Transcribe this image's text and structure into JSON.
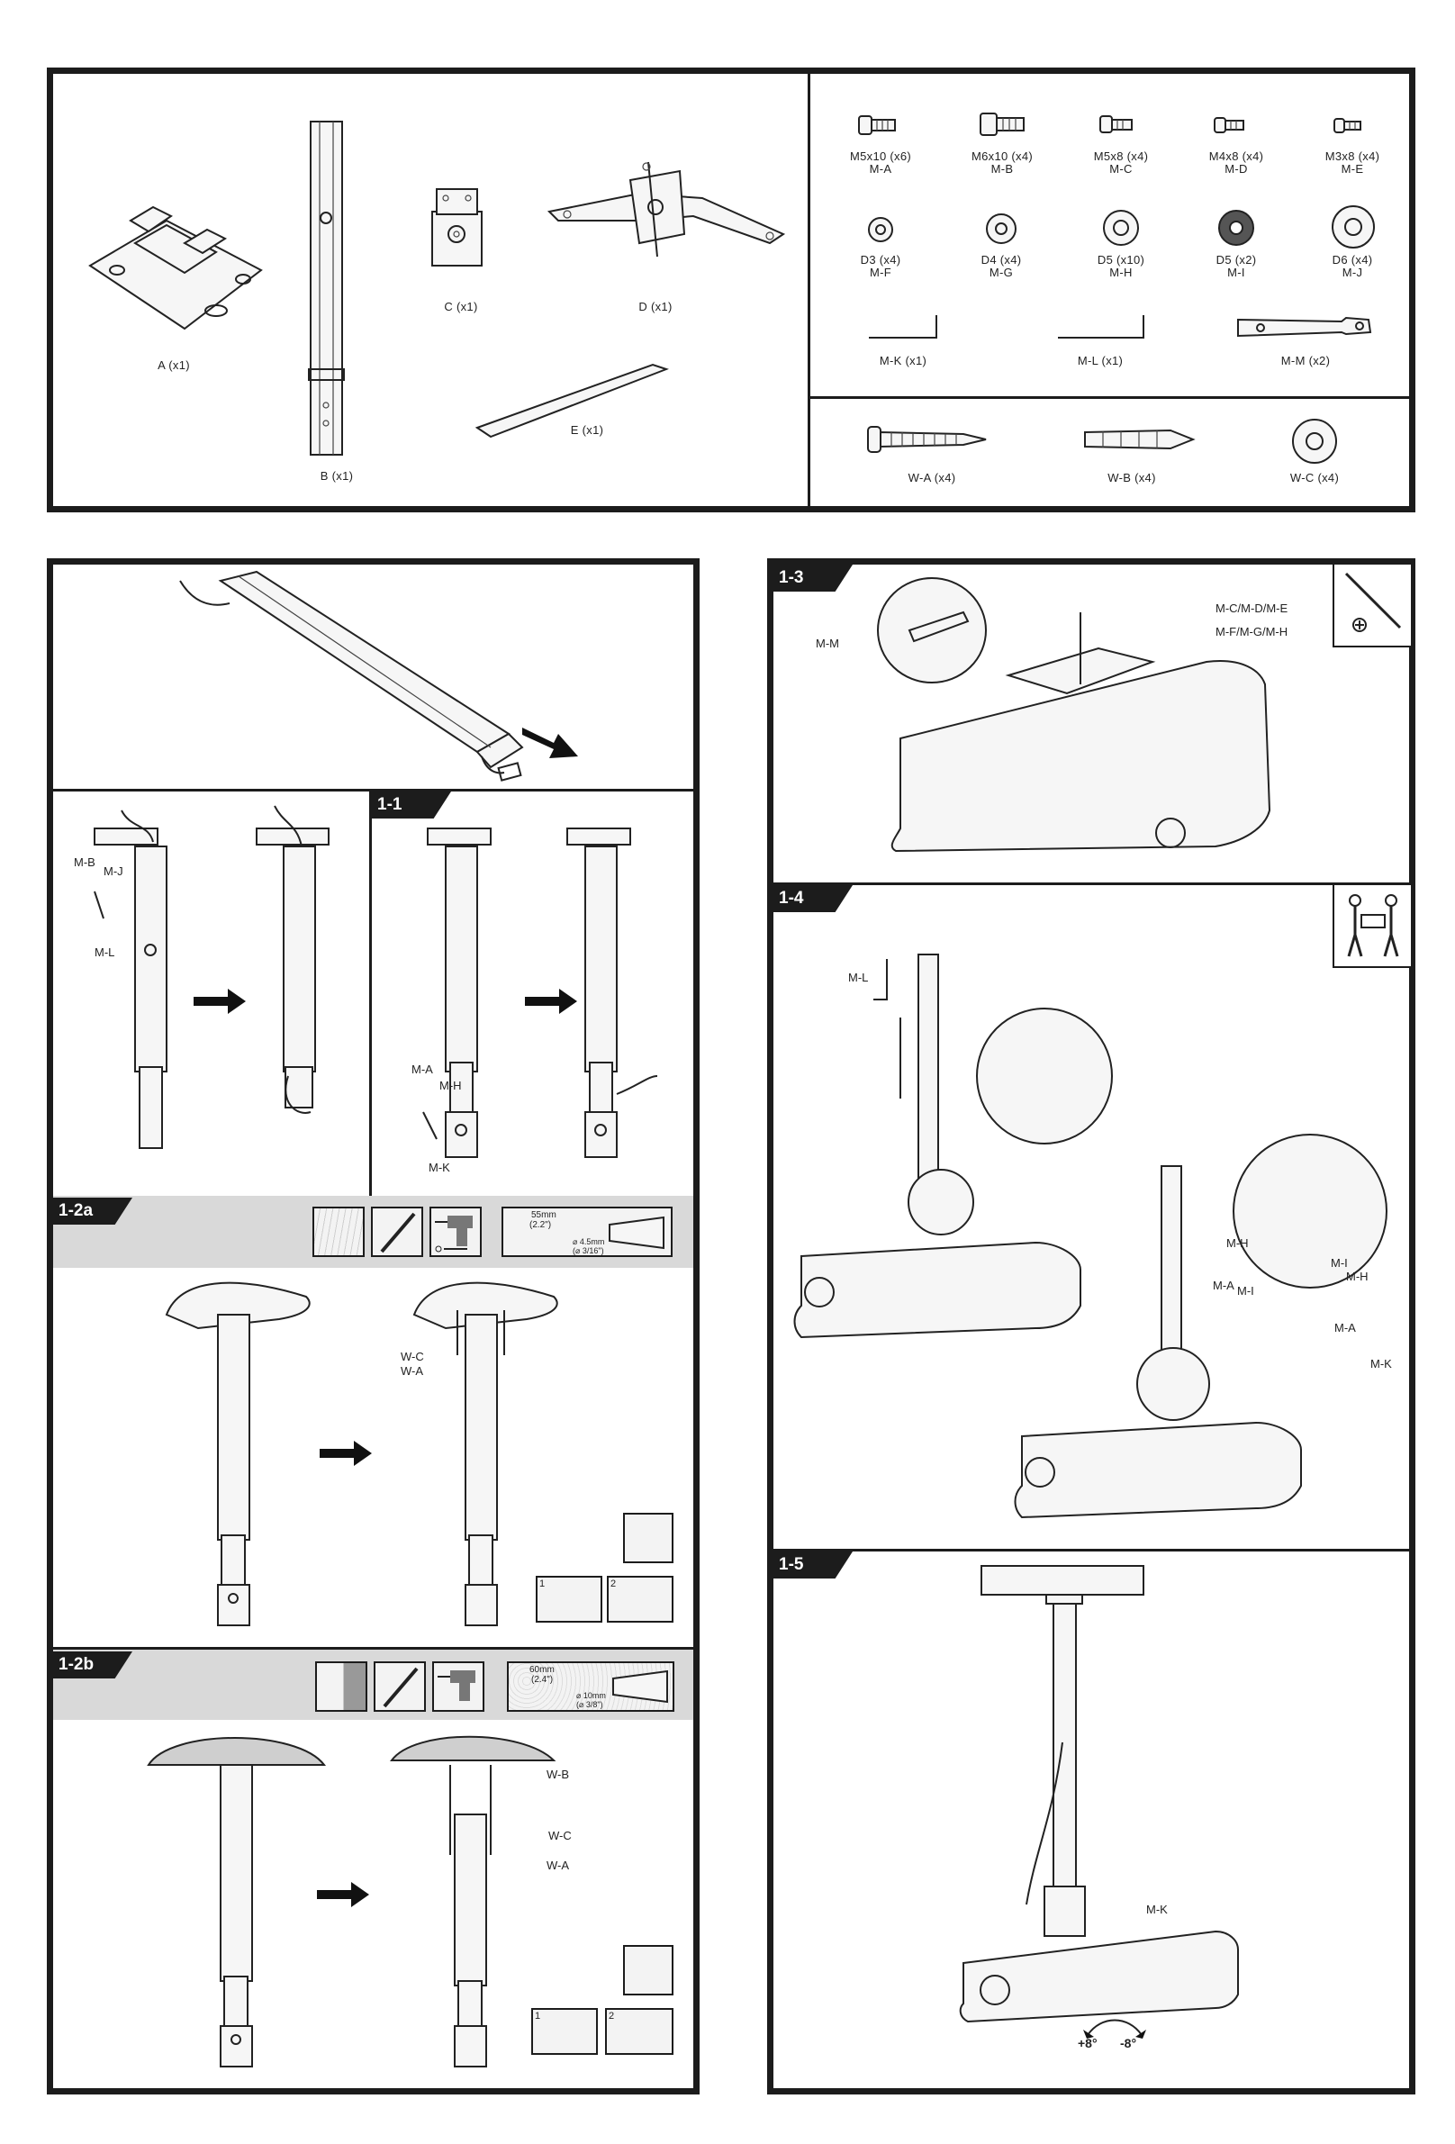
{
  "parts": {
    "a": "A (x1)",
    "b": "B (x1)",
    "c": "C (x1)",
    "d": "D (x1)",
    "e": "E (x1)"
  },
  "hardware": [
    {
      "size": "M5x10 (x6)",
      "code": "M-A"
    },
    {
      "size": "M6x10 (x4)",
      "code": "M-B"
    },
    {
      "size": "M5x8 (x4)",
      "code": "M-C"
    },
    {
      "size": "M4x8 (x4)",
      "code": "M-D"
    },
    {
      "size": "M3x8 (x4)",
      "code": "M-E"
    },
    {
      "size": "D3 (x4)",
      "code": "M-F"
    },
    {
      "size": "D4 (x4)",
      "code": "M-G"
    },
    {
      "size": "D5 (x10)",
      "code": "M-H"
    },
    {
      "size": "D5 (x2)",
      "code": "M-I"
    },
    {
      "size": "D6 (x4)",
      "code": "M-J"
    }
  ],
  "tools": {
    "mk": "M-K (x1)",
    "ml": "M-L (x1)",
    "mm": "M-M (x2)"
  },
  "wall": {
    "wa": "W-A (x4)",
    "wb": "W-B (x4)",
    "wc": "W-C (x4)"
  },
  "steps": {
    "s1_1": "1-1",
    "s1_2a": "1-2a",
    "s1_2b": "1-2b",
    "s1_3": "1-3",
    "s1_4": "1-4",
    "s1_5": "1-5"
  },
  "callouts": {
    "mb": "M-B",
    "mj": "M-J",
    "ml": "M-L",
    "ma": "M-A",
    "mh": "M-H",
    "mk": "M-K",
    "wc": "W-C",
    "wa": "W-A",
    "wb": "W-B",
    "mm": "M-M",
    "mcde": "M-C/M-D/M-E",
    "mfgh": "M-F/M-G/M-H",
    "mi": "M-I"
  },
  "drill_a": {
    "depth": "55mm",
    "depth_in": "(2.2\")",
    "dia": "⌀ 4.5mm",
    "dia_in": "(⌀ 3/16\")"
  },
  "drill_b": {
    "depth": "60mm",
    "depth_in": "(2.4\")",
    "dia": "⌀ 10mm",
    "dia_in": "(⌀ 3/8\")"
  },
  "substep": {
    "one": "1",
    "two": "2"
  },
  "tilt": {
    "plus": "+8°",
    "minus": "-8°"
  },
  "colors": {
    "frame": "#1c1c1c",
    "band": "#d9d9d9",
    "washer_dark": "#555555"
  }
}
